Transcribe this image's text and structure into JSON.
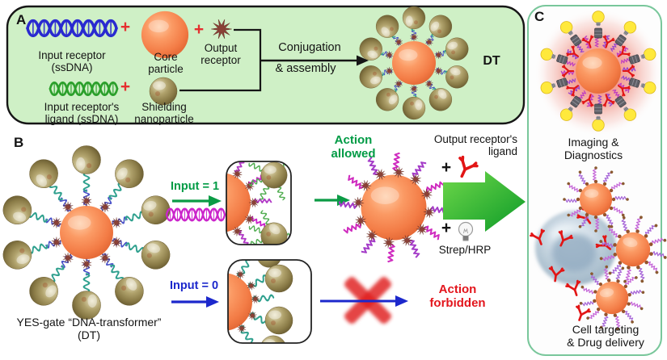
{
  "figure": {
    "panel_a": {
      "label": "A",
      "plus": "+",
      "input_receptor": [
        "Input receptor",
        "(ssDNA)"
      ],
      "core_particle": [
        "Core",
        "particle"
      ],
      "output_receptor": [
        "Output",
        "receptor"
      ],
      "ligand": [
        "Input receptor's",
        "ligand (ssDNA)"
      ],
      "shielding": [
        "Shielding",
        "nanoparticle"
      ],
      "conjugation": [
        "Conjugation",
        "& assembly"
      ],
      "dt": "DT"
    },
    "panel_b": {
      "label": "B",
      "input_1": "Input = 1",
      "input_0": "Input = 0",
      "action_allowed": [
        "Action",
        "allowed"
      ],
      "action_forbidden": [
        "Action",
        "forbidden"
      ],
      "output_ligand": [
        "Output receptor's",
        "ligand"
      ],
      "plus": "+",
      "strep": "Strep/HRP",
      "yes_gate": [
        "YES-gate “DNA-transformer”",
        "(DT)"
      ]
    },
    "panel_c": {
      "label": "C",
      "imaging": [
        "Imaging &",
        "Diagnostics"
      ],
      "cell_targeting": [
        "Cell targeting",
        "& Drug delivery"
      ]
    },
    "colors": {
      "panel_a_bg": "#cff0c6",
      "panel_c_border": "#79c79b",
      "green_text": "#009b45",
      "blue_text": "#1c28cc",
      "red_text": "#e3151c",
      "plus_red": "#e53030",
      "core_orange": "#f5854f",
      "gold_particle": "#a3945e",
      "helix_blue": "#2a2ad0",
      "helix_green": "#2ca02c",
      "helix_magenta": "#cb24cb",
      "linker_teal": "#2fa08e",
      "coil_violet": "#a43cc8",
      "big_arrow_green": "#1fa02f",
      "bulb_yellow": "#ffe93c",
      "antibody_red": "#e21515"
    }
  }
}
